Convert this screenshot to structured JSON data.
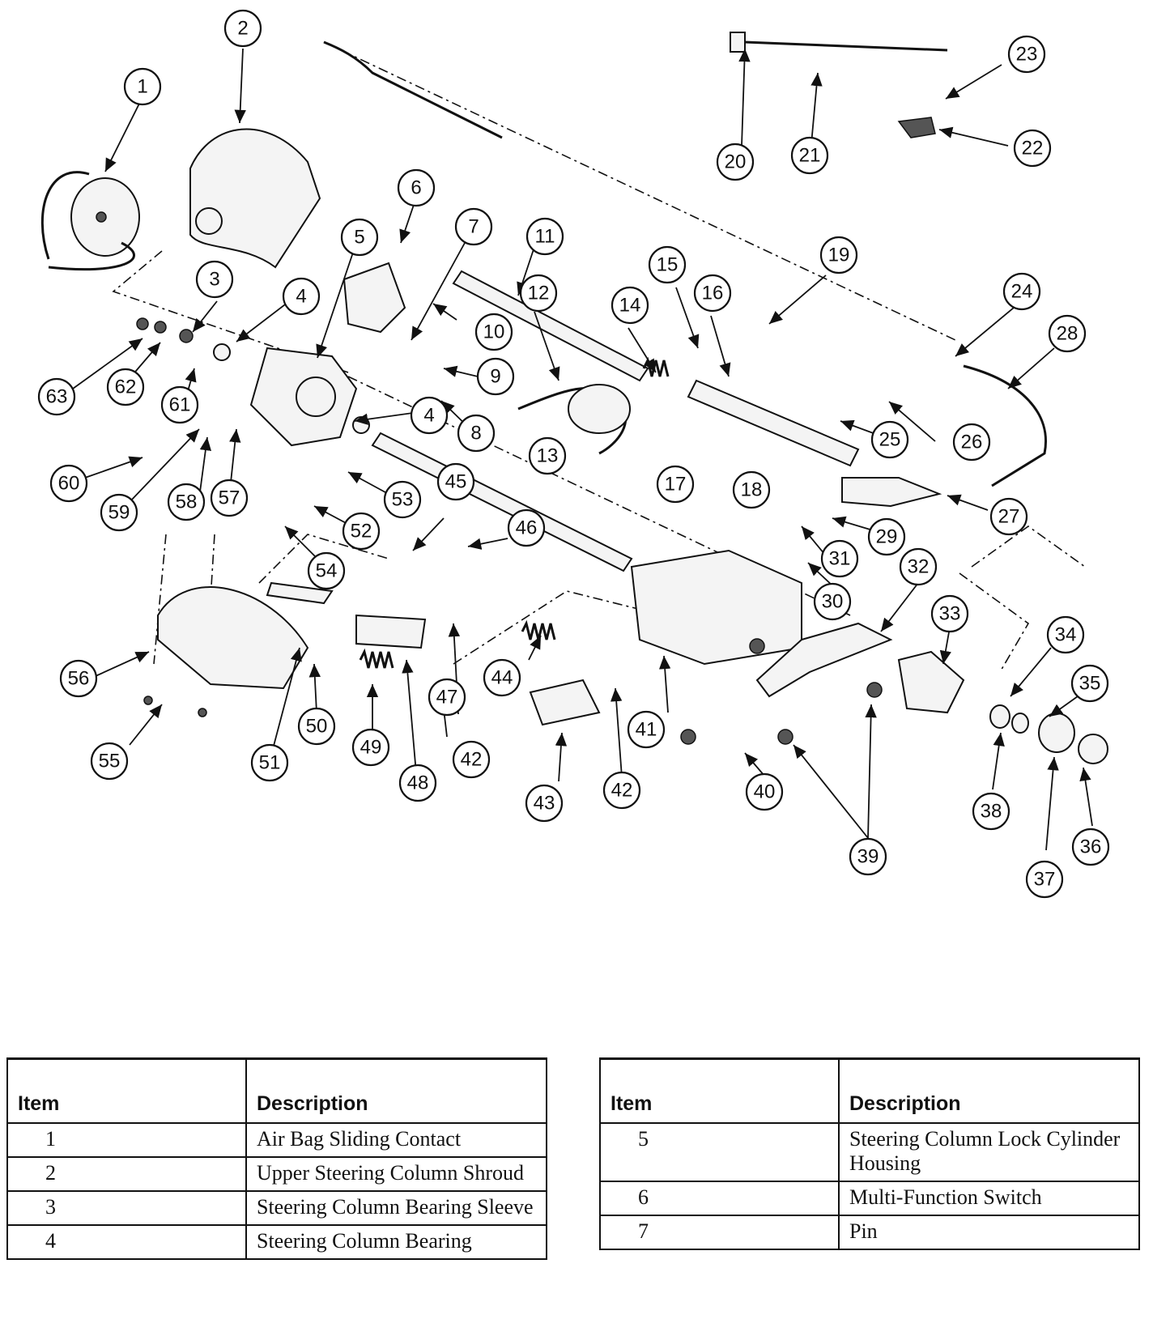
{
  "diagram": {
    "callouts": [
      "1",
      "2",
      "3",
      "4",
      "5",
      "6",
      "7",
      "8",
      "9",
      "10",
      "11",
      "12",
      "13",
      "14",
      "15",
      "16",
      "17",
      "18",
      "19",
      "20",
      "21",
      "22",
      "23",
      "24",
      "25",
      "26",
      "27",
      "28",
      "29",
      "30",
      "31",
      "32",
      "33",
      "34",
      "35",
      "36",
      "37",
      "38",
      "39",
      "40",
      "41",
      "42",
      "43",
      "44",
      "45",
      "46",
      "47",
      "48",
      "49",
      "50",
      "51",
      "52",
      "53",
      "54",
      "55",
      "56",
      "57",
      "58",
      "59",
      "60",
      "61",
      "62",
      "63"
    ]
  },
  "tables": [
    {
      "headers": {
        "item": "Item",
        "description": "Description"
      },
      "rows": [
        {
          "item": "1",
          "description": "Air Bag Sliding Contact"
        },
        {
          "item": "2",
          "description": "Upper Steering Column Shroud"
        },
        {
          "item": "3",
          "description": "Steering Column Bearing Sleeve"
        },
        {
          "item": "4",
          "description": "Steering Column Bearing"
        }
      ]
    },
    {
      "headers": {
        "item": "Item",
        "description": "Description"
      },
      "rows": [
        {
          "item": "5",
          "description": "Steering Column Lock Cylinder Housing"
        },
        {
          "item": "6",
          "description": "Multi-Function Switch"
        },
        {
          "item": "7",
          "description": "Pin"
        }
      ]
    }
  ]
}
